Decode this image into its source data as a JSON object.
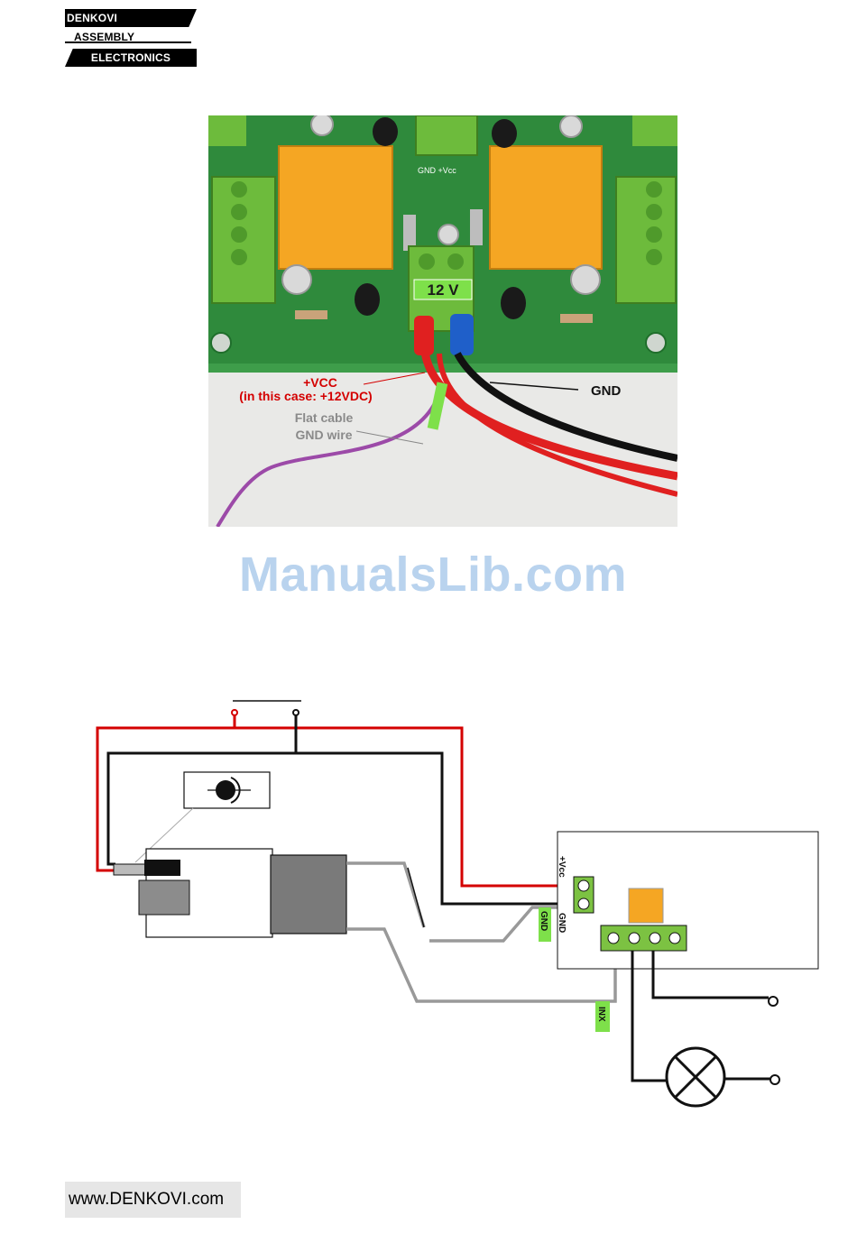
{
  "logo": {
    "line1": "DENKOVI",
    "line2": "ASSEMBLY",
    "line3": "ELECTRONICS"
  },
  "photo": {
    "vcc_label": "+VCC",
    "vcc_note": "(in this case: +12VDC)",
    "flat_cable_line1": "Flat cable",
    "flat_cable_line2": "GND wire",
    "gnd_label": "GND",
    "voltage_label": "12 V",
    "terminal_label": "GND +Vcc"
  },
  "watermark": "ManualsLib.com",
  "diagram": {
    "vcc_pin_label": "+Vcc",
    "gnd_pin_label": "GND",
    "inx_label": "INX"
  },
  "footer": {
    "url": "www.DENKOVI.com"
  },
  "colors": {
    "pcb_green": "#2f8a3c",
    "relay_orange": "#f5a623",
    "terminal_green": "#7cc242",
    "wire_red": "#d40000",
    "watermark": "#b9d3ee"
  }
}
